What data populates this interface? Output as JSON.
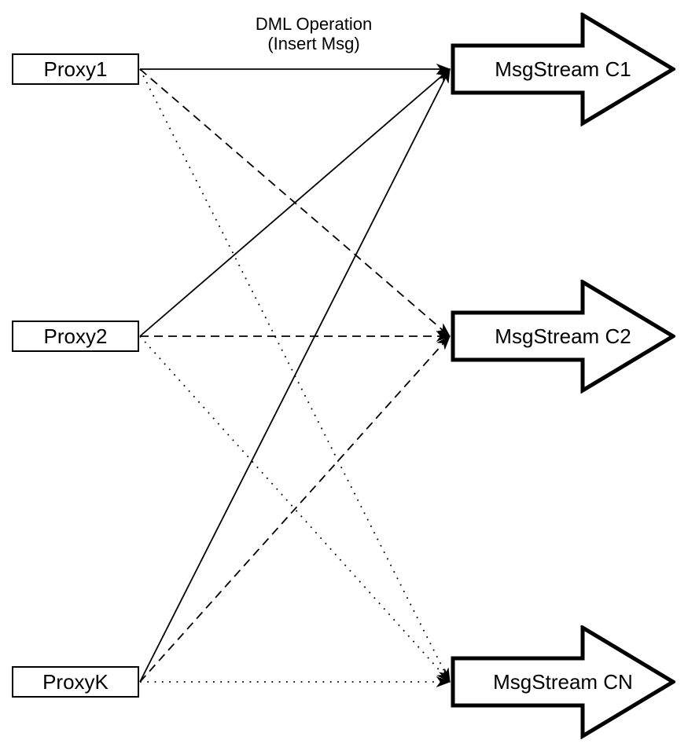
{
  "title": {
    "line1": "DML Operation",
    "line2": "(Insert Msg)"
  },
  "proxies": [
    {
      "id": "proxy1",
      "label": "Proxy1"
    },
    {
      "id": "proxy2",
      "label": "Proxy2"
    },
    {
      "id": "proxyk",
      "label": "ProxyK"
    }
  ],
  "streams": [
    {
      "id": "c1",
      "label": "MsgStream C1"
    },
    {
      "id": "c2",
      "label": "MsgStream C2"
    },
    {
      "id": "cn",
      "label": "MsgStream CN"
    }
  ],
  "edges": [
    {
      "from": "proxy1",
      "to": "c1",
      "style": "solid"
    },
    {
      "from": "proxy2",
      "to": "c1",
      "style": "solid"
    },
    {
      "from": "proxyk",
      "to": "c1",
      "style": "solid"
    },
    {
      "from": "proxy1",
      "to": "c2",
      "style": "dashed"
    },
    {
      "from": "proxy2",
      "to": "c2",
      "style": "dashed"
    },
    {
      "from": "proxyk",
      "to": "c2",
      "style": "dashed"
    },
    {
      "from": "proxy1",
      "to": "cn",
      "style": "dotted"
    },
    {
      "from": "proxy2",
      "to": "cn",
      "style": "dotted"
    },
    {
      "from": "proxyk",
      "to": "cn",
      "style": "dotted"
    }
  ],
  "colors": {
    "line": "#000000",
    "fill": "#ffffff"
  }
}
